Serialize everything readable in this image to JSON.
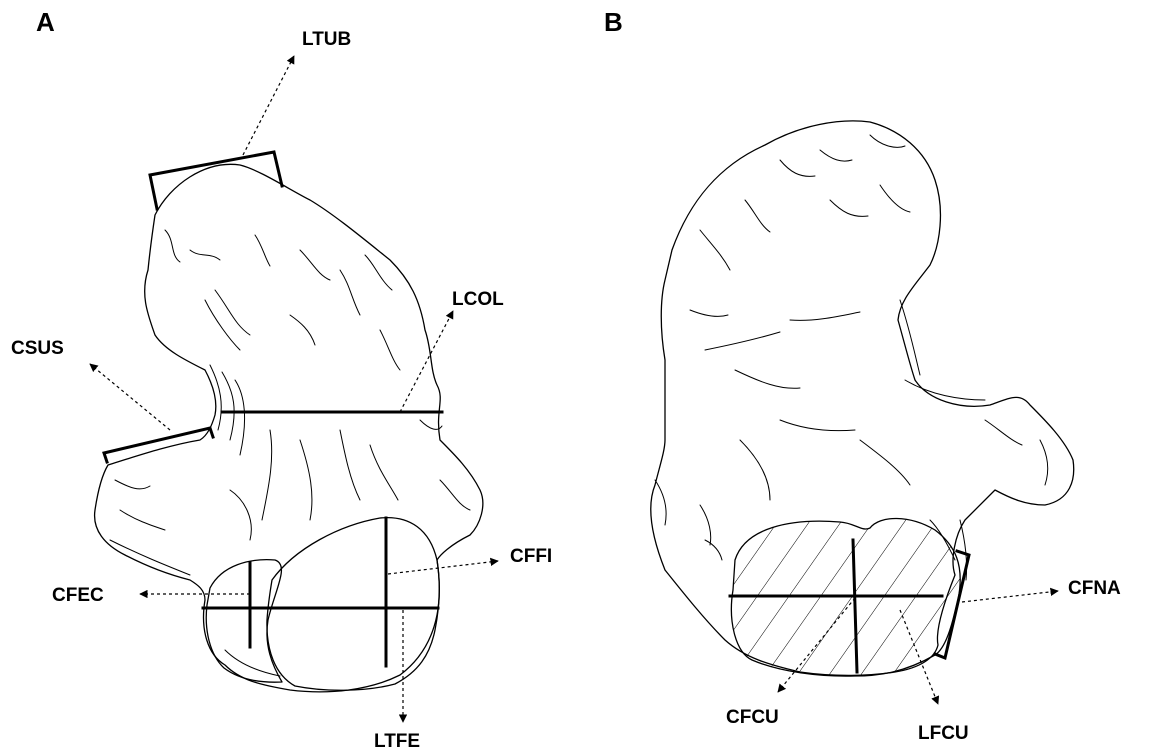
{
  "panels": [
    {
      "label": "A",
      "measurements": [
        "LTUB",
        "LCOL",
        "CSUS",
        "CFFI",
        "CFEC",
        "LTFE"
      ]
    },
    {
      "label": "B",
      "measurements": [
        "CFNA",
        "CFCU",
        "LFCU"
      ]
    }
  ]
}
